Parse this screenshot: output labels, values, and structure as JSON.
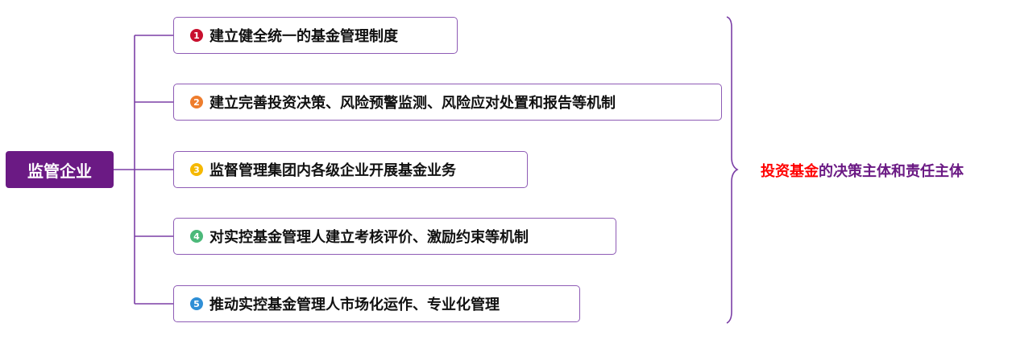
{
  "root": {
    "label": "监管企业",
    "color": "#6b1a84"
  },
  "branches": [
    {
      "index": "1",
      "badge_color": "#c8102e",
      "label": "建立健全统一的基金管理制度"
    },
    {
      "index": "2",
      "badge_color": "#ee7d2d",
      "label": "建立完善投资决策、风险预警监测、风险应对处置和报告等机制"
    },
    {
      "index": "3",
      "badge_color": "#f5b800",
      "label": "监督管理集团内各级企业开展基金业务"
    },
    {
      "index": "4",
      "badge_color": "#4cb97a",
      "label": "对实控基金管理人建立考核评价、激励约束等机制"
    },
    {
      "index": "5",
      "badge_color": "#2f8fd6",
      "label": "推动实控基金管理人市场化运作、专业化管理"
    }
  ],
  "summary": {
    "highlight": "投资基金",
    "rest": "的决策主体和责任主体",
    "highlight_color": "#ff0000",
    "rest_color": "#6b1a84"
  },
  "line_color": "#7b3fa6"
}
